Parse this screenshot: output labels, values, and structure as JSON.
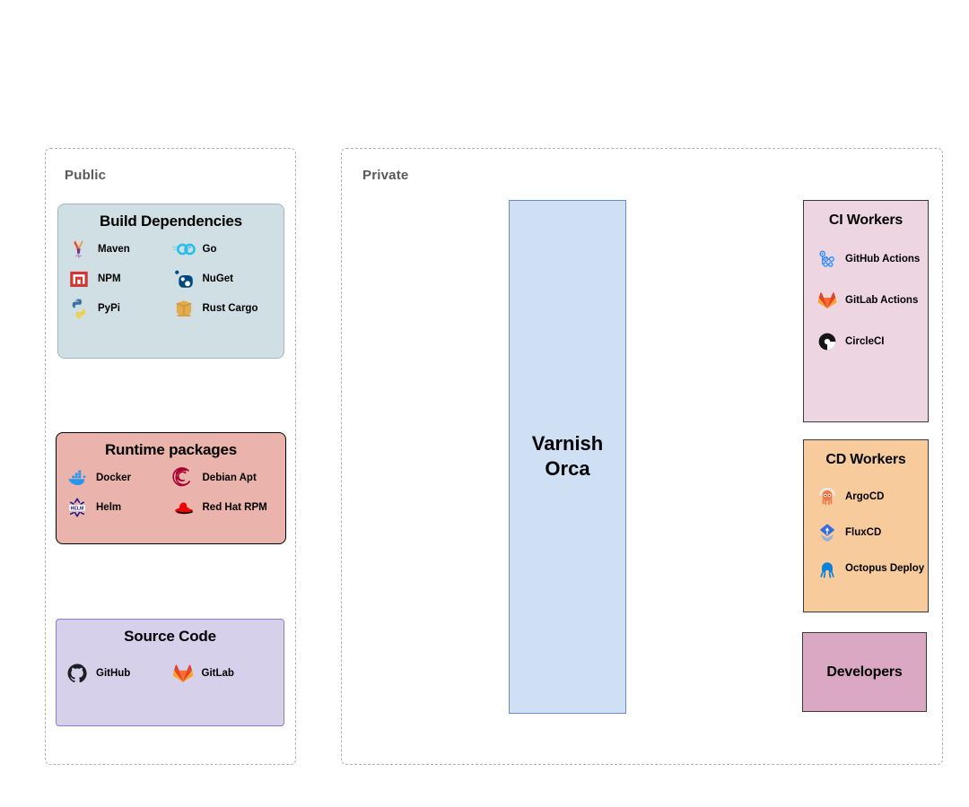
{
  "zones": [
    {
      "id": "public",
      "label": "Public"
    },
    {
      "id": "private",
      "label": "Private"
    }
  ],
  "groups": {
    "build_dependencies": {
      "title": "Build Dependencies",
      "fill": "#cfdfe3",
      "items": [
        {
          "label": "Maven",
          "icon": "maven-icon"
        },
        {
          "label": "Go",
          "icon": "go-icon"
        },
        {
          "label": "NPM",
          "icon": "npm-icon"
        },
        {
          "label": "NuGet",
          "icon": "nuget-icon"
        },
        {
          "label": "PyPi",
          "icon": "pypi-icon"
        },
        {
          "label": "Rust Cargo",
          "icon": "rust-cargo-icon"
        }
      ]
    },
    "runtime_packages": {
      "title": "Runtime packages",
      "fill": "#eab3ab",
      "items": [
        {
          "label": "Docker",
          "icon": "docker-icon"
        },
        {
          "label": "Debian Apt",
          "icon": "debian-icon"
        },
        {
          "label": "Helm",
          "icon": "helm-icon"
        },
        {
          "label": "Red Hat RPM",
          "icon": "redhat-icon"
        }
      ]
    },
    "source_code": {
      "title": "Source Code",
      "fill": "#d6d0ea",
      "items": [
        {
          "label": "GitHub",
          "icon": "github-icon"
        },
        {
          "label": "GitLab",
          "icon": "gitlab-icon"
        }
      ]
    },
    "orca": {
      "title": "Varnish Orca",
      "title_line1": "Varnish",
      "title_line2": "Orca",
      "fill": "#cfe0f5"
    },
    "ci_workers": {
      "title": "CI Workers",
      "fill": "#eed5e2",
      "items": [
        {
          "label": "GitHub Actions",
          "icon": "github-actions-icon"
        },
        {
          "label": "GitLab Actions",
          "icon": "gitlab-icon"
        },
        {
          "label": "CircleCI",
          "icon": "circleci-icon"
        }
      ]
    },
    "cd_workers": {
      "title": "CD Workers",
      "fill": "#f7cb9c",
      "items": [
        {
          "label": "ArgoCD",
          "icon": "argocd-icon"
        },
        {
          "label": "FluxCD",
          "icon": "fluxcd-icon"
        },
        {
          "label": "Octopus Deploy",
          "icon": "octopus-deploy-icon"
        }
      ]
    },
    "developers": {
      "title": "Developers",
      "fill": "#dba8c4"
    }
  },
  "colors": {
    "zone_border": "#b0b0b0",
    "zone_label": "#595959",
    "build_fill": "#cfdfe3",
    "runtime_fill": "#eab3ab",
    "source_fill": "#d6d0ea",
    "orca_fill": "#cfe0f5",
    "ci_fill": "#eed5e2",
    "cd_fill": "#f7cb9c",
    "dev_fill": "#dba8c4"
  }
}
